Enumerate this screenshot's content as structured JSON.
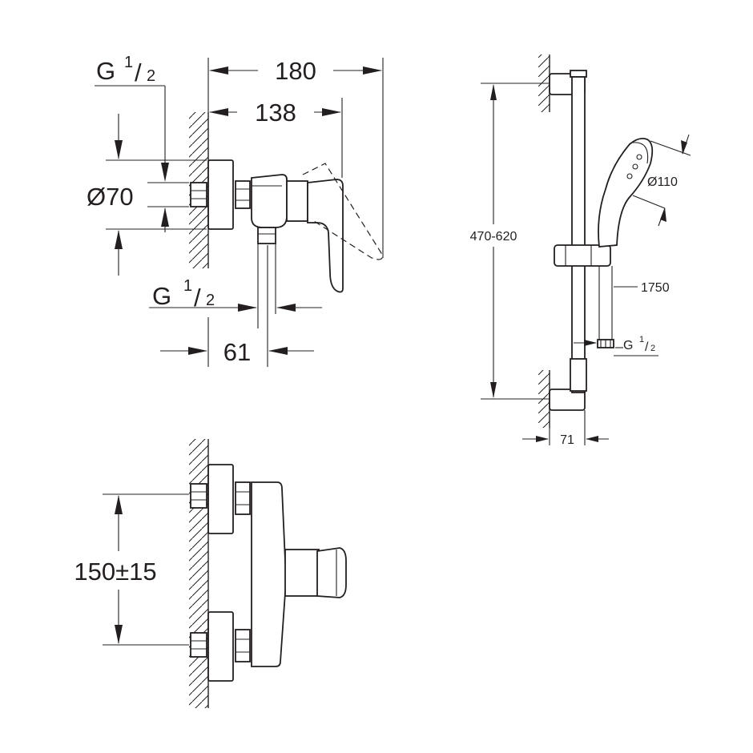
{
  "dimensions": {
    "width_180": "180",
    "width_138": "138",
    "diameter_70": "Ø70",
    "offset_61": "61",
    "thread_top": {
      "letter": "G",
      "num": "1",
      "slash": "/",
      "den": "2"
    },
    "thread_bottom": {
      "letter": "G",
      "num": "1",
      "slash": "/",
      "den": "2"
    },
    "centers_150": "150±15",
    "height_470_620": "470-620",
    "head_110": "Ø110",
    "hose_1750": "1750",
    "thread_hose": {
      "letter": "G",
      "num": "1",
      "slash": "/",
      "den": "2"
    },
    "depth_71": "71"
  },
  "colors": {
    "line": "#231f20",
    "background": "#ffffff"
  }
}
